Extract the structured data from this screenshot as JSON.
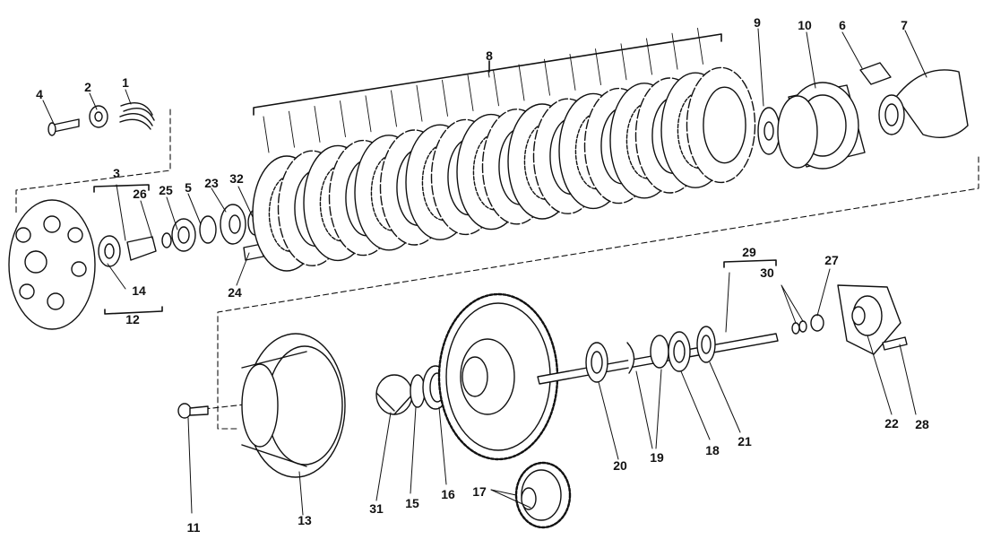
{
  "diagram": {
    "callouts": [
      {
        "id": "c1",
        "label": "1"
      },
      {
        "id": "c2",
        "label": "2"
      },
      {
        "id": "c3",
        "label": "3"
      },
      {
        "id": "c4",
        "label": "4"
      },
      {
        "id": "c5",
        "label": "5"
      },
      {
        "id": "c6",
        "label": "6"
      },
      {
        "id": "c7",
        "label": "7"
      },
      {
        "id": "c8",
        "label": "8"
      },
      {
        "id": "c9",
        "label": "9"
      },
      {
        "id": "c10",
        "label": "10"
      },
      {
        "id": "c11",
        "label": "11"
      },
      {
        "id": "c12",
        "label": "12"
      },
      {
        "id": "c13",
        "label": "13"
      },
      {
        "id": "c14",
        "label": "14"
      },
      {
        "id": "c15",
        "label": "15"
      },
      {
        "id": "c16",
        "label": "16"
      },
      {
        "id": "c17",
        "label": "17"
      },
      {
        "id": "c18",
        "label": "18"
      },
      {
        "id": "c19",
        "label": "19"
      },
      {
        "id": "c20",
        "label": "20"
      },
      {
        "id": "c21",
        "label": "21"
      },
      {
        "id": "c22",
        "label": "22"
      },
      {
        "id": "c23",
        "label": "23"
      },
      {
        "id": "c24",
        "label": "24"
      },
      {
        "id": "c25",
        "label": "25"
      },
      {
        "id": "c26",
        "label": "26"
      },
      {
        "id": "c27",
        "label": "27"
      },
      {
        "id": "c28",
        "label": "28"
      },
      {
        "id": "c29",
        "label": "29"
      },
      {
        "id": "c30",
        "label": "30"
      },
      {
        "id": "c31",
        "label": "31"
      },
      {
        "id": "c32",
        "label": "32"
      }
    ],
    "line_color": "#111111"
  }
}
